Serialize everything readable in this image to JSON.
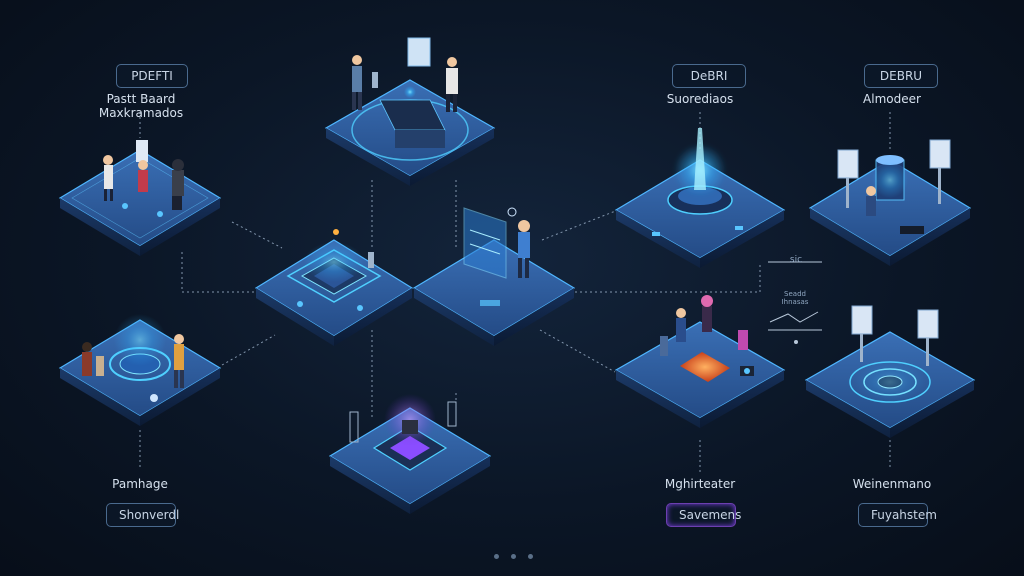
{
  "top_tags": {
    "t1": "PDEFTI",
    "t2": "DeBRI",
    "t3": "DEBRU"
  },
  "top_labels": {
    "l1": "Pastt Baard\nMaxkramados",
    "l2": "Suorediaos",
    "l3": "Almodeer"
  },
  "bottom_labels": {
    "b1": "Pamhage",
    "b2": "Mghirteater",
    "b3": "Weinenmano"
  },
  "bottom_tags": {
    "g1": "Shonverdl",
    "g2": "Savemens",
    "g3": "Fuyahstem"
  },
  "mini_panel": {
    "line1": "sic",
    "line2": "Seadd\nIhnasas"
  },
  "colors": {
    "platform_top": "#2d5ea0",
    "platform_edge": "#4fb6ff",
    "glow": "#37c8ff",
    "accent_purple": "#8a4dff",
    "accent_orange": "#ff7a2a"
  }
}
